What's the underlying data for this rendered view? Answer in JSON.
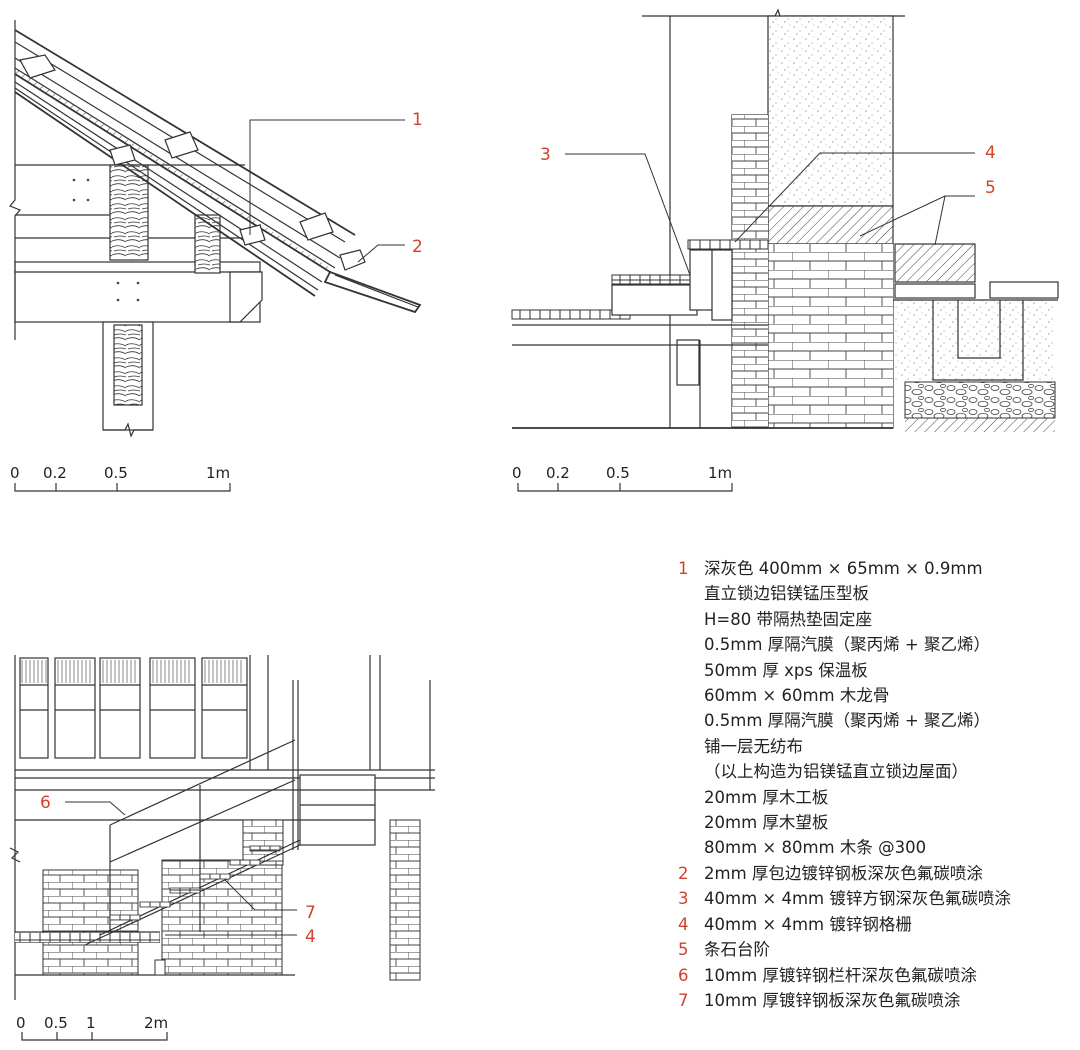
{
  "callouts": {
    "roof": [
      "1",
      "2"
    ],
    "base": [
      "3",
      "4",
      "5"
    ],
    "stair": [
      "6",
      "7",
      "4"
    ]
  },
  "scales": {
    "roof": [
      "0",
      "0.2",
      "0.5",
      "1m"
    ],
    "base": [
      "0",
      "0.2",
      "0.5",
      "1m"
    ],
    "stair": [
      "0",
      "0.5",
      "1",
      "2m"
    ]
  },
  "legend": [
    {
      "num": "1",
      "text": "深灰色 400mm × 65mm × 0.9mm"
    },
    {
      "num": "",
      "text": "直立锁边铝镁锰压型板"
    },
    {
      "num": "",
      "text": "H=80 带隔热垫固定座"
    },
    {
      "num": "",
      "text": "0.5mm 厚隔汽膜（聚丙烯 + 聚乙烯）"
    },
    {
      "num": "",
      "text": "50mm 厚 xps 保温板"
    },
    {
      "num": "",
      "text": "60mm × 60mm 木龙骨"
    },
    {
      "num": "",
      "text": "0.5mm 厚隔汽膜（聚丙烯 + 聚乙烯）"
    },
    {
      "num": "",
      "text": "铺一层无纺布"
    },
    {
      "num": "",
      "text": "（以上构造为铝镁锰直立锁边屋面）"
    },
    {
      "num": "",
      "text": "20mm 厚木工板"
    },
    {
      "num": "",
      "text": "20mm 厚木望板"
    },
    {
      "num": "",
      "text": "80mm × 80mm 木条 @300"
    },
    {
      "num": "2",
      "text": "2mm 厚包边镀锌钢板深灰色氟碳喷涂"
    },
    {
      "num": "3",
      "text": "40mm × 4mm 镀锌方钢深灰色氟碳喷涂"
    },
    {
      "num": "4",
      "text": "40mm × 4mm 镀锌钢格栅"
    },
    {
      "num": "5",
      "text": "条石台阶"
    },
    {
      "num": "6",
      "text": "10mm 厚镀锌钢栏杆深灰色氟碳喷涂"
    },
    {
      "num": "7",
      "text": "10mm 厚镀锌钢板深灰色氟碳喷涂"
    }
  ]
}
